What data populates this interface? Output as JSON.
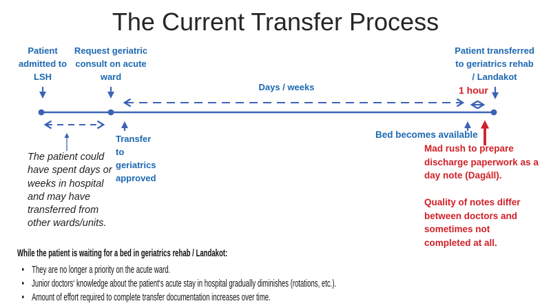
{
  "slide": {
    "title": "The Current Transfer Process",
    "colors": {
      "label_blue": "#1c68b2",
      "line_blue": "#3b63b4",
      "alert_red": "#d02027",
      "title_gray": "#262626",
      "body_black": "#111111"
    },
    "timeline": {
      "label_admitted": "Patient\nadmitted to\nLSH",
      "label_request": "Request geriatric\nconsult on acute\nward",
      "label_transferred": "Patient transferred\nto geriatrics rehab\n/ Landakot",
      "label_days_weeks": "Days / weeks",
      "label_one_hour": "1 hour",
      "label_transfer_approved": "Transfer\nto\ngeriatrics\napproved",
      "label_bed_available": "Bed becomes available"
    },
    "notes": {
      "patient_history": "The patient could\nhave spent days or\nweeks in hospital\nand may have\ntransferred from\nother wards/units.",
      "mad_rush": "Mad rush to prepare\ndischarge paperwork as a\nday note (Dagáll).",
      "quality": "Quality of notes differ\nbetween doctors and\nsometimes not\ncompleted at all."
    },
    "footer": {
      "heading": "While the patient is waiting for a bed in geriatrics rehab / Landakot:",
      "bullet_char": "•",
      "bullets": [
        "They are no longer a priority on the acute ward.",
        "Junior doctors‘ knowledge about the patient‘s acute stay in hospital gradually diminishes (rotations, etc.).",
        "Amount of effort required to complete transfer documentation increases over time."
      ]
    }
  }
}
